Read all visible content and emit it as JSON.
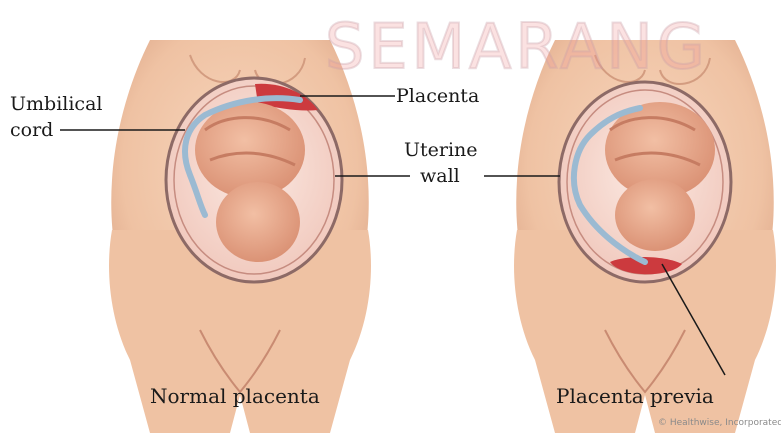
{
  "watermark": {
    "text": "SEMARANG"
  },
  "labels": {
    "umbilical_line1": "Umbilical",
    "umbilical_line2": "cord",
    "placenta": "Placenta",
    "uterine_line1": "Uterine",
    "uterine_line2": "wall"
  },
  "panels": {
    "left_caption": "Normal placenta",
    "right_caption": "Placenta previa"
  },
  "credit": "© Healthwise, Incorporated",
  "colors": {
    "skin": "#f1c7a6",
    "skin_shadow": "#dca68a",
    "uterus_cavity": "#f7ded4",
    "fetus": "#e8a98c",
    "placenta": "#cc3a3e",
    "cord": "#9bbad2",
    "wall_line": "#8d6a66",
    "watermark": "#f0a0a0"
  }
}
